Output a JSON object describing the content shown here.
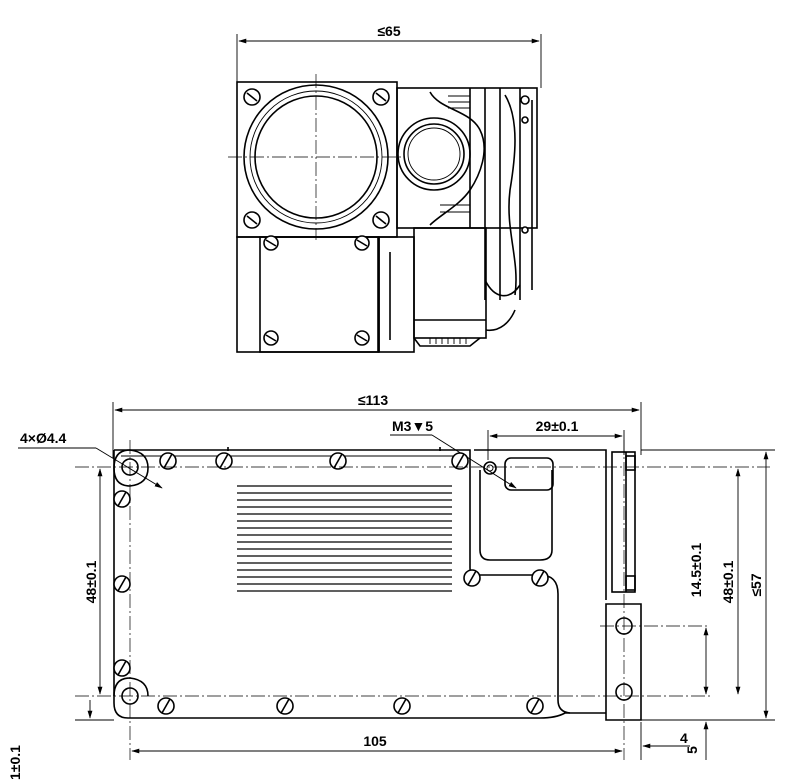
{
  "top_view": {
    "width_dim": "≤65"
  },
  "plan_view": {
    "overall_length_dim": "≤113",
    "hole_callout": "4×Ø4.4",
    "thread_callout": "M3▼5",
    "offset_dim_29": "29±0.1",
    "left_height_dim": "48±0.1",
    "right_height_dim": "48±0.1",
    "offset_dim_14_5": "14.5±0.1",
    "overall_height_dim": "≤57",
    "hole_spacing_dim": "105",
    "small_dim_4": "4",
    "small_dim_5": "5",
    "bottom_left_dim": "1±0.1"
  }
}
